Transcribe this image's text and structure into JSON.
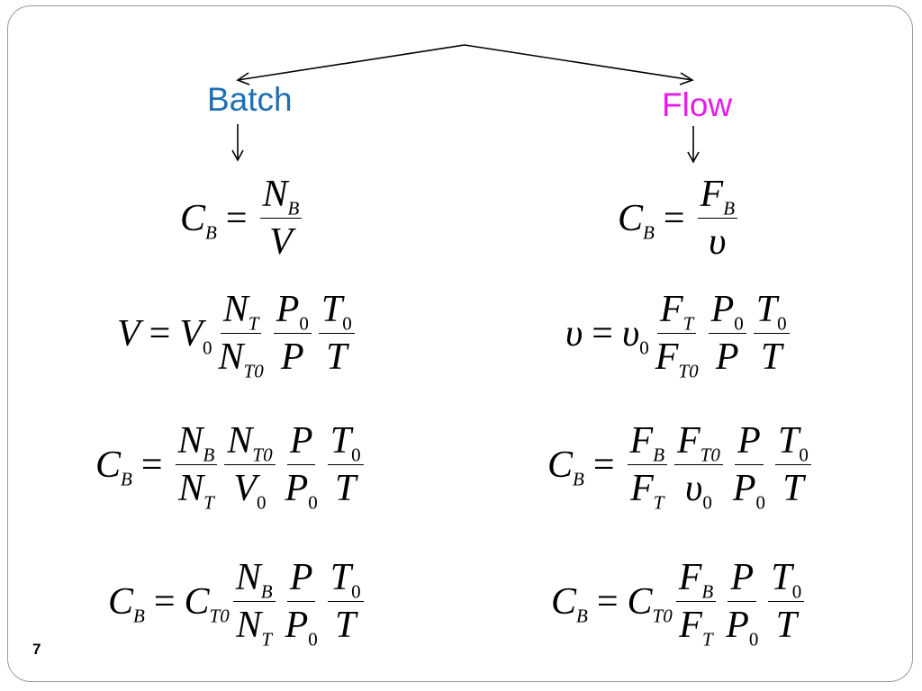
{
  "branches": {
    "left": "Batch",
    "right": "Flow"
  },
  "colors": {
    "batch": "#1f6fb4",
    "flow": "#e81be8",
    "frame": "#9a9a9a"
  },
  "equations": {
    "batch": [
      {
        "id": "batch-eq-1",
        "lhs": [
          {
            "t": "C",
            "s": "B"
          }
        ],
        "rhs": [
          {
            "fr": [
              [
                {
                  "t": "N",
                  "s": "B"
                }
              ],
              [
                {
                  "t": "V"
                }
              ]
            ]
          }
        ]
      },
      {
        "id": "batch-eq-2",
        "lhs": [
          {
            "t": "V"
          }
        ],
        "rhs": [
          {
            "t": "V",
            "s": "0",
            "sn": true
          },
          {
            "fr": [
              [
                {
                  "t": "N",
                  "s": "T"
                }
              ],
              [
                {
                  "t": "N",
                  "s": "T0"
                }
              ]
            ]
          },
          {
            "fr": [
              [
                {
                  "t": "P",
                  "s": "0",
                  "sn": true
                }
              ],
              [
                {
                  "t": "P"
                }
              ]
            ]
          },
          {
            "fr": [
              [
                {
                  "t": "T",
                  "s": "0",
                  "sn": true
                }
              ],
              [
                {
                  "t": "T"
                }
              ]
            ]
          }
        ]
      },
      {
        "id": "batch-eq-3",
        "lhs": [
          {
            "t": "C",
            "s": "B"
          }
        ],
        "rhs": [
          {
            "fr": [
              [
                {
                  "t": "N",
                  "s": "B"
                }
              ],
              [
                {
                  "t": "N",
                  "s": "T"
                }
              ]
            ]
          },
          {
            "fr": [
              [
                {
                  "t": "N",
                  "s": "T0"
                }
              ],
              [
                {
                  "t": "V",
                  "s": "0",
                  "sn": true
                }
              ]
            ]
          },
          {
            "fr": [
              [
                {
                  "t": "P"
                }
              ],
              [
                {
                  "t": "P",
                  "s": "0",
                  "sn": true
                }
              ]
            ]
          },
          {
            "fr": [
              [
                {
                  "t": "T",
                  "s": "0",
                  "sn": true
                }
              ],
              [
                {
                  "t": "T"
                }
              ]
            ]
          }
        ]
      },
      {
        "id": "batch-eq-4",
        "lhs": [
          {
            "t": "C",
            "s": "B"
          }
        ],
        "rhs": [
          {
            "t": "C",
            "s": "T0"
          },
          {
            "fr": [
              [
                {
                  "t": "N",
                  "s": "B"
                }
              ],
              [
                {
                  "t": "N",
                  "s": "T"
                }
              ]
            ]
          },
          {
            "fr": [
              [
                {
                  "t": "P"
                }
              ],
              [
                {
                  "t": "P",
                  "s": "0",
                  "sn": true
                }
              ]
            ]
          },
          {
            "fr": [
              [
                {
                  "t": "T",
                  "s": "0",
                  "sn": true
                }
              ],
              [
                {
                  "t": "T"
                }
              ]
            ]
          }
        ]
      }
    ],
    "flow": [
      {
        "id": "flow-eq-1",
        "lhs": [
          {
            "t": "C",
            "s": "B"
          }
        ],
        "rhs": [
          {
            "fr": [
              [
                {
                  "t": "F",
                  "s": "B"
                }
              ],
              [
                {
                  "t": "υ"
                }
              ]
            ]
          }
        ]
      },
      {
        "id": "flow-eq-2",
        "lhs": [
          {
            "t": "υ"
          }
        ],
        "rhs": [
          {
            "t": "υ",
            "s": "0",
            "sn": true
          },
          {
            "fr": [
              [
                {
                  "t": "F",
                  "s": "T"
                }
              ],
              [
                {
                  "t": "F",
                  "s": "T0"
                }
              ]
            ]
          },
          {
            "fr": [
              [
                {
                  "t": "P",
                  "s": "0",
                  "sn": true
                }
              ],
              [
                {
                  "t": "P"
                }
              ]
            ]
          },
          {
            "fr": [
              [
                {
                  "t": "T",
                  "s": "0",
                  "sn": true
                }
              ],
              [
                {
                  "t": "T"
                }
              ]
            ]
          }
        ]
      },
      {
        "id": "flow-eq-3",
        "lhs": [
          {
            "t": "C",
            "s": "B"
          }
        ],
        "rhs": [
          {
            "fr": [
              [
                {
                  "t": "F",
                  "s": "B"
                }
              ],
              [
                {
                  "t": "F",
                  "s": "T"
                }
              ]
            ]
          },
          {
            "fr": [
              [
                {
                  "t": "F",
                  "s": "T0"
                }
              ],
              [
                {
                  "t": "υ",
                  "s": "0",
                  "sn": true
                }
              ]
            ]
          },
          {
            "fr": [
              [
                {
                  "t": "P"
                }
              ],
              [
                {
                  "t": "P",
                  "s": "0",
                  "sn": true
                }
              ]
            ]
          },
          {
            "fr": [
              [
                {
                  "t": "T",
                  "s": "0",
                  "sn": true
                }
              ],
              [
                {
                  "t": "T"
                }
              ]
            ]
          }
        ]
      },
      {
        "id": "flow-eq-4",
        "lhs": [
          {
            "t": "C",
            "s": "B"
          }
        ],
        "rhs": [
          {
            "t": "C",
            "s": "T0"
          },
          {
            "fr": [
              [
                {
                  "t": "F",
                  "s": "B"
                }
              ],
              [
                {
                  "t": "F",
                  "s": "T"
                }
              ]
            ]
          },
          {
            "fr": [
              [
                {
                  "t": "P"
                }
              ],
              [
                {
                  "t": "P",
                  "s": "0",
                  "sn": true
                }
              ]
            ]
          },
          {
            "fr": [
              [
                {
                  "t": "T",
                  "s": "0",
                  "sn": true
                }
              ],
              [
                {
                  "t": "T"
                }
              ]
            ]
          }
        ]
      }
    ]
  },
  "slide_number": "7"
}
